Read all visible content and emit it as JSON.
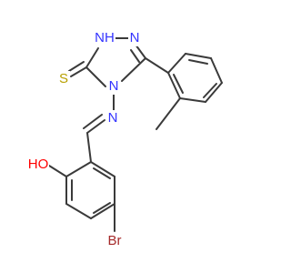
{
  "molecule": {
    "atoms": {
      "nh": {
        "text": "NH",
        "color": "#3333ff"
      },
      "n_ring": {
        "text": "N",
        "color": "#3333ff"
      },
      "n4": {
        "text": "N",
        "color": "#3333ff"
      },
      "n_imine": {
        "text": "N",
        "color": "#3333ff"
      },
      "s": {
        "text": "S",
        "color": "#b8a000"
      },
      "ho": {
        "text": "HO",
        "color": "#ff0000"
      },
      "br": {
        "text": "Br",
        "color": "#a52a2a"
      }
    },
    "bond_color": "#3a3a3a"
  }
}
